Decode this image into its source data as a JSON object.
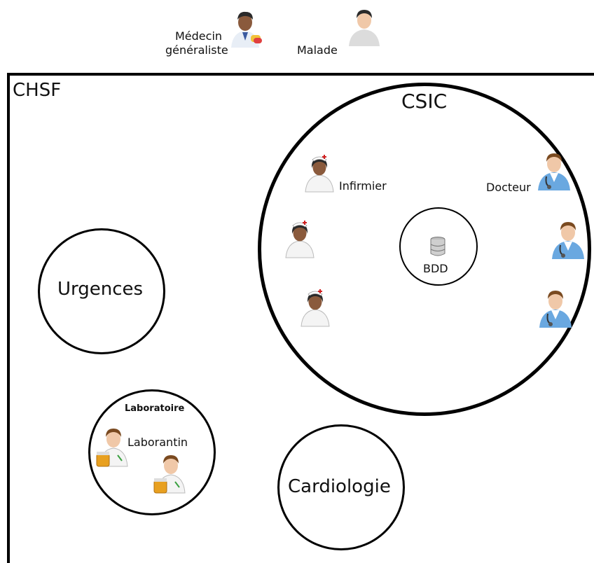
{
  "external": {
    "medecin_line1": "Médecin",
    "medecin_line2": "généraliste",
    "malade": "Malade"
  },
  "chsf": {
    "label": "CHSF"
  },
  "csic": {
    "label": "CSIC",
    "infirmier": "Infirmier",
    "docteur": "Docteur",
    "bdd": "BDD"
  },
  "urgences": {
    "label": "Urgences"
  },
  "laboratoire": {
    "title": "Laboratoire",
    "laborantin": "Laborantin"
  },
  "cardiologie": {
    "label": "Cardiologie"
  },
  "colors": {
    "skin_dark": "#8a5a3c",
    "skin_light": "#f0c8a8",
    "hair_dark": "#2a2a2a",
    "hair_brown": "#7a4a20",
    "doctor_coat": "#6aa8e0",
    "lab_coat": "#f4f4f4",
    "nurse_cap_cross": "#d02020"
  }
}
